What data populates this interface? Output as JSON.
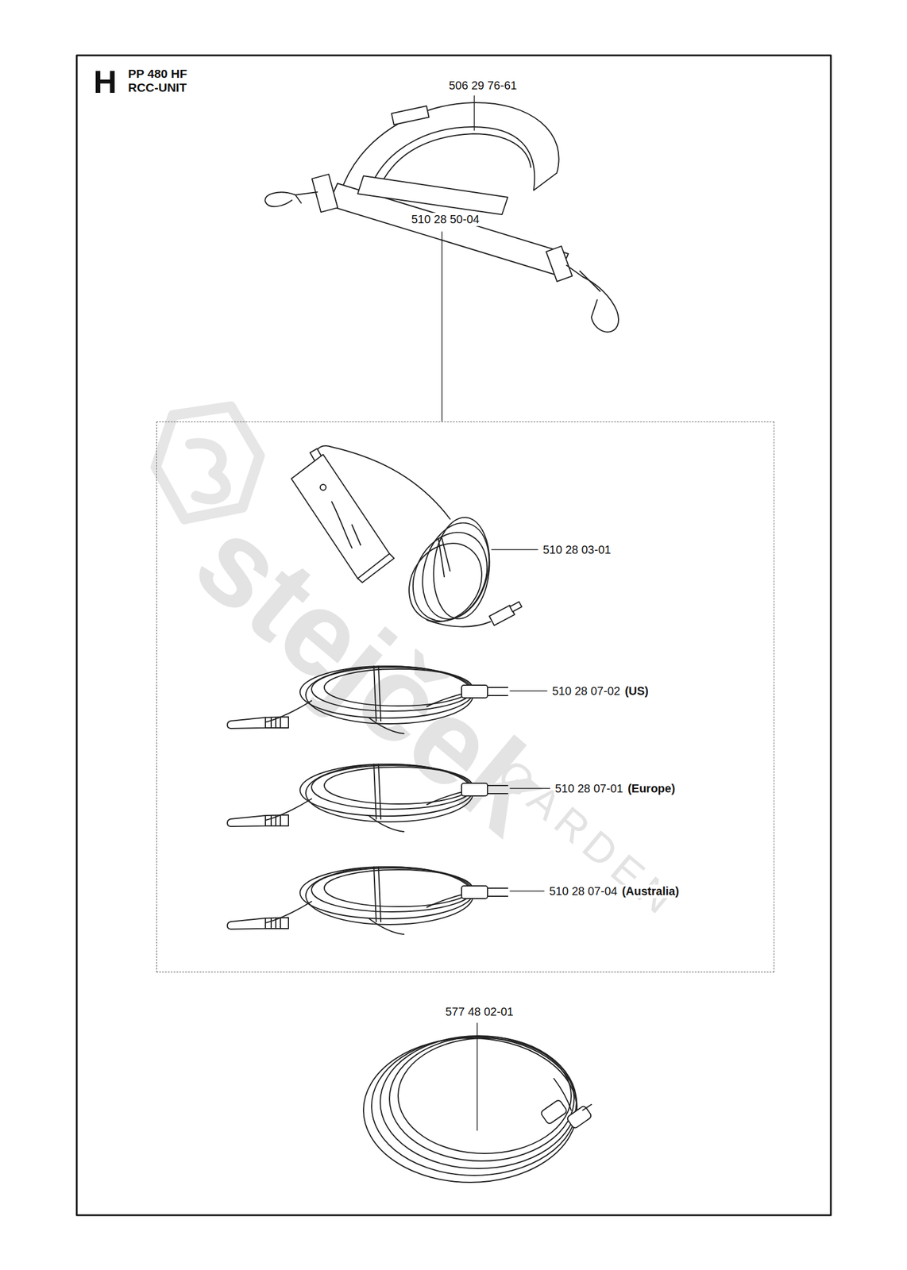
{
  "diagram": {
    "title": "PP 480 HF RCC-UNIT",
    "nodes": [
      {
        "text": [
          "510 28 50-04"
        ]
      }
    ],
    "labels": [
      "H",
      "506 29 76-61",
      "510 28 03-01",
      "510 28 07-02",
      "(US)",
      "510 28 07-01",
      "(Europe)",
      "510 28 07-04",
      "(Australia)",
      "577 48 02-01",
      "stejček",
      "GARDEN"
    ]
  }
}
